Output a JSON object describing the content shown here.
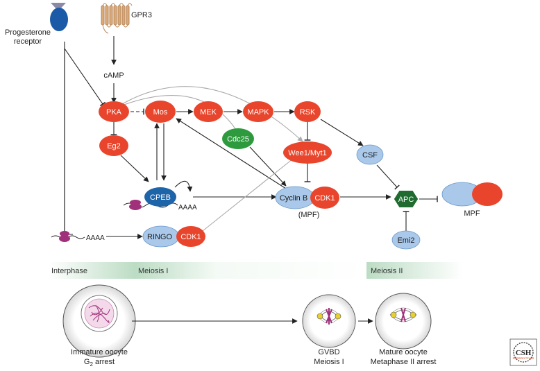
{
  "receptors": {
    "progesterone_line1": "Progesterone",
    "progesterone_line2": "receptor",
    "gpr3": "GPR3"
  },
  "nodes": {
    "camp": "cAMP",
    "pka": "PKA",
    "mos": "Mos",
    "mek": "MEK",
    "mapk": "MAPK",
    "rsk": "RSK",
    "eg2": "Eg2",
    "cdc25": "Cdc25",
    "wee1": "Wee1/Myt1",
    "csf": "CSF",
    "cpeb": "CPEB",
    "cyclin_b": "Cyclin B",
    "cdk1": "CDK1",
    "mpf_paren": "(MPF)",
    "apc": "APC",
    "mpf": "MPF",
    "emi2": "Emi2",
    "ringo": "RINGO",
    "ringo_cdk1": "CDK1",
    "polya_cpeb": "AAAA",
    "polya_ringo": "AAAA"
  },
  "phases": {
    "interphase": "Interphase",
    "meiosis1": "Meiosis I",
    "meiosis2": "Meiosis II"
  },
  "oocytes": {
    "immature_line1": "Immature oocyte",
    "immature_line2": "G",
    "immature_sub": "2",
    "immature_line2b": " arrest",
    "gvbd_line1": "GVBD",
    "gvbd_line2": "Meiosis I",
    "mature_line1": "Mature oocyte",
    "mature_line2": "Metaphase II arrest"
  },
  "logo": {
    "text": "CSH",
    "subtext": "PERSPECTIVES"
  },
  "colors": {
    "red_node": "#e8452c",
    "green_node": "#2e9a3e",
    "blue_node": "#a9c8ea",
    "dark_blue_node": "#1e64a8",
    "apc_green": "#1f6b30",
    "receptor_blue": "#1b5aa6",
    "membrane_tan": "#c99a6a",
    "mrna_magenta": "#a0307a",
    "arrow_black": "#222222",
    "arrow_gray": "#aaaaaa"
  }
}
